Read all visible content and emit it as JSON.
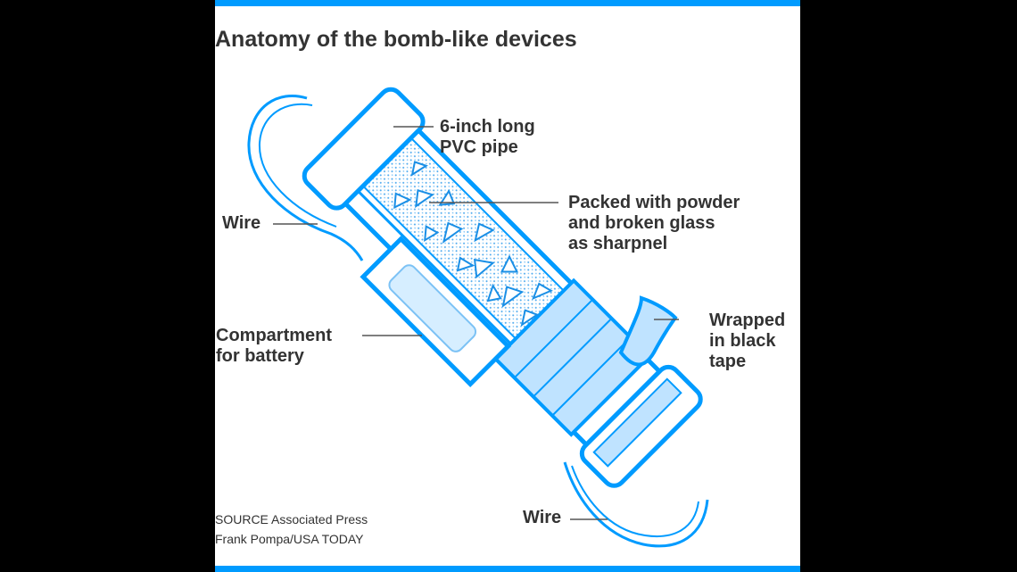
{
  "title": "Anatomy of the bomb-like devices",
  "labels": {
    "pipe": [
      "6-inch long",
      "PVC pipe"
    ],
    "packed": [
      "Packed with powder",
      "and broken glass",
      "as sharpnel"
    ],
    "wire_top": "Wire",
    "compartment": [
      "Compartment",
      "for battery"
    ],
    "wrapped": [
      "Wrapped",
      "in black",
      "tape"
    ],
    "wire_bottom": "Wire"
  },
  "credits": {
    "source": "SOURCE Associated Press",
    "author": "Frank Pompa/USA TODAY"
  },
  "colors": {
    "accent": "#009bff",
    "tape_fill": "#bfe3ff",
    "glass": "#1a8fe6",
    "text": "#333333"
  }
}
